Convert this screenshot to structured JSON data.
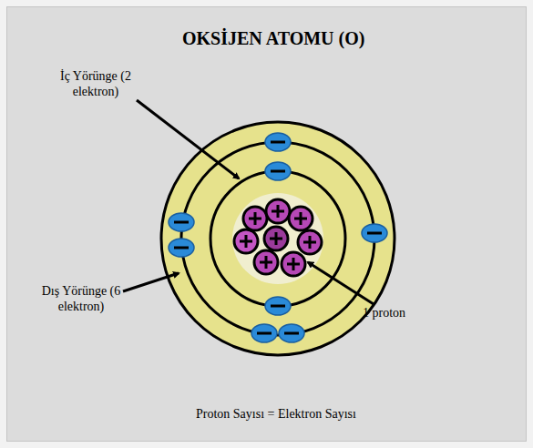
{
  "diagram": {
    "title": "OKSİJEN ATOMU (O)",
    "caption": "Proton Sayısı = Elektron Sayısı",
    "labels": [
      "İç Yörünge (2 elektron)",
      "Dış Yörünge (6 elektron)",
      "1 proton"
    ]
  }
}
